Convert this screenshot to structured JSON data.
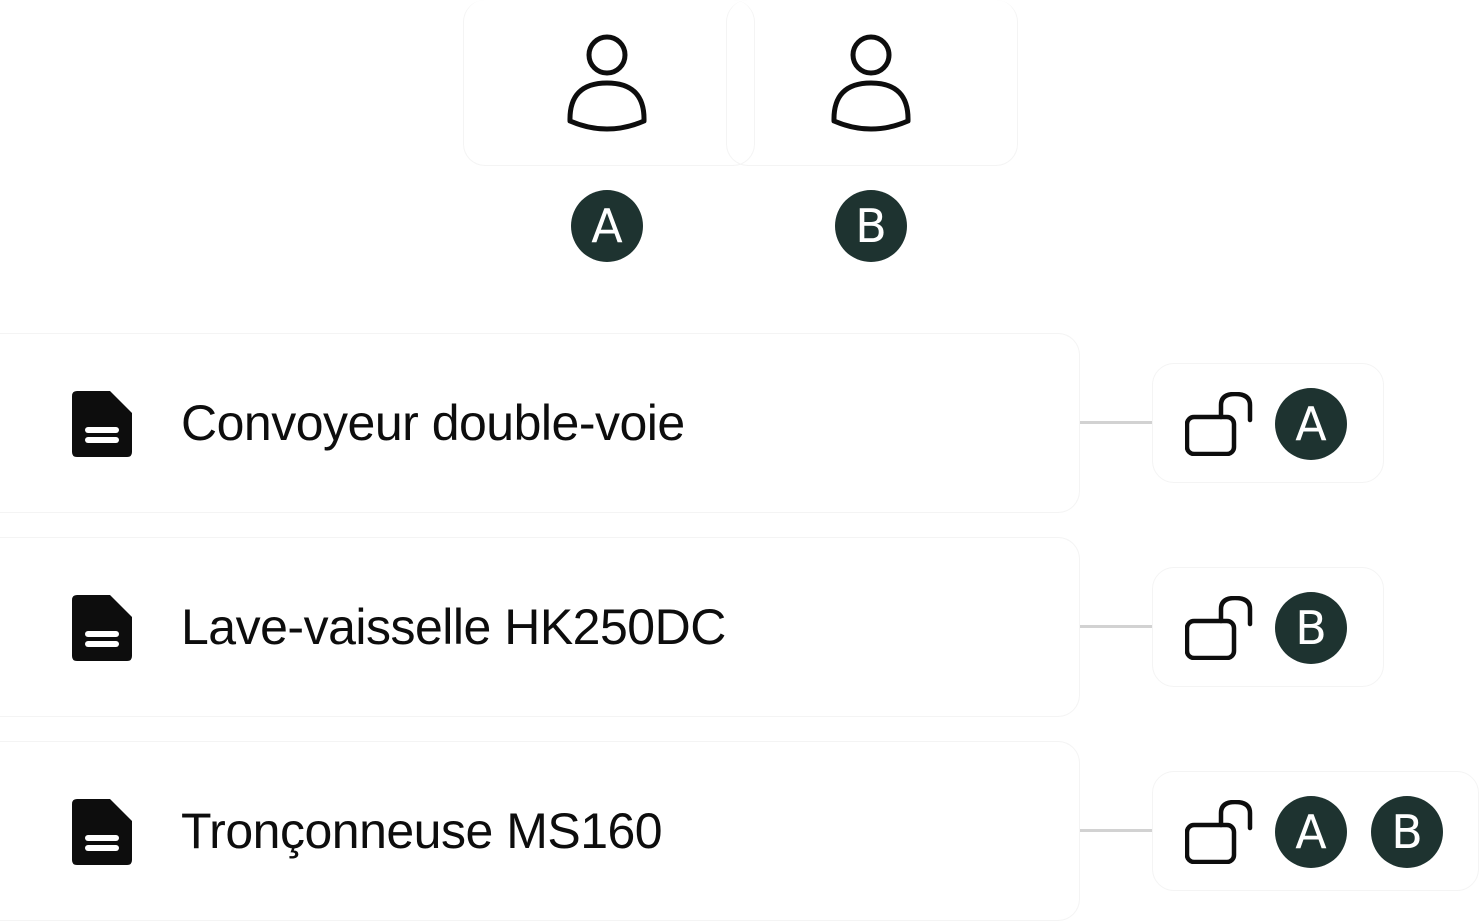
{
  "users": [
    {
      "id": "A",
      "icon": "user-icon",
      "badge_label": "A"
    },
    {
      "id": "B",
      "icon": "user-icon",
      "badge_label": "B"
    }
  ],
  "colors": {
    "badge_bg": "#1e3330",
    "text": "#0d0d0d",
    "connector": "#d2d2d2"
  },
  "items": [
    {
      "title": "Convoyeur double-voie",
      "icon": "document-icon",
      "lock": "unlocked-icon",
      "assignees": [
        "A"
      ]
    },
    {
      "title": "Lave-vaisselle HK250DC",
      "icon": "document-icon",
      "lock": "unlocked-icon",
      "assignees": [
        "B"
      ]
    },
    {
      "title": "Tronçonneuse MS160",
      "icon": "document-icon",
      "lock": "unlocked-icon",
      "assignees": [
        "A",
        "B"
      ]
    }
  ]
}
